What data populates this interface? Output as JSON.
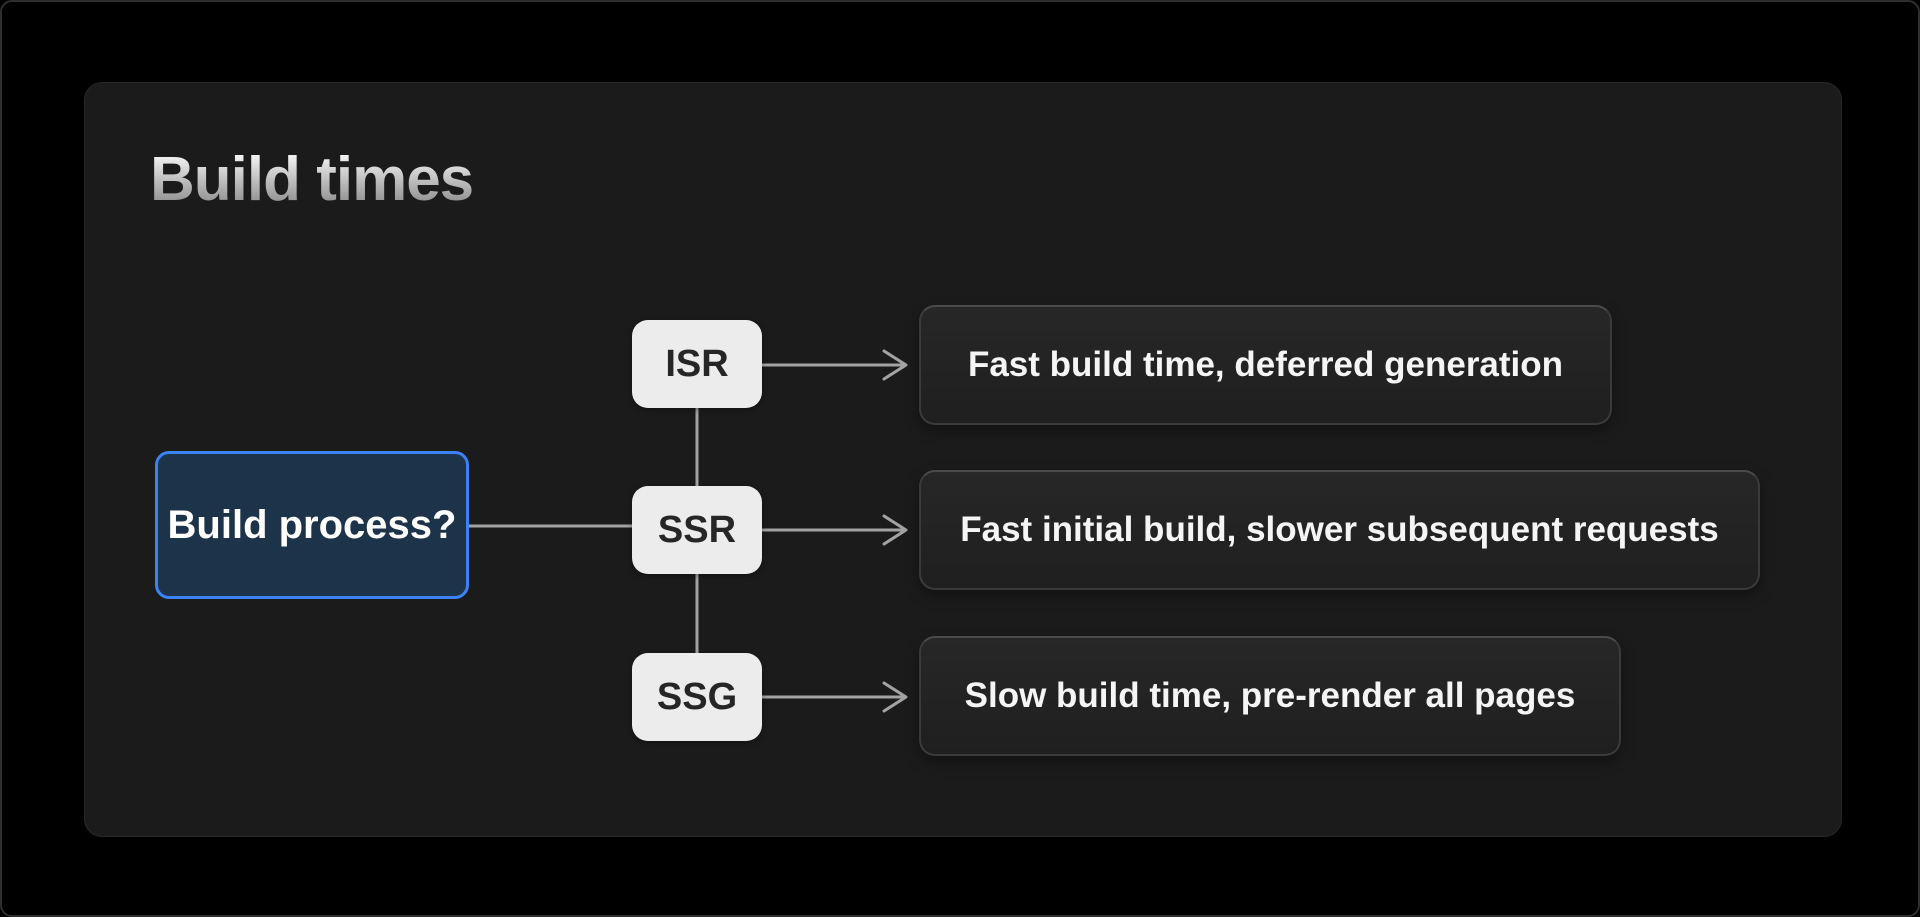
{
  "slide": {
    "title": "Build times"
  },
  "flowchart": {
    "decision": {
      "label": "Build process?"
    },
    "options": [
      {
        "label": "ISR",
        "result": "Fast build time, deferred generation"
      },
      {
        "label": "SSR",
        "result": "Fast initial build, slower subsequent requests"
      },
      {
        "label": "SSG",
        "result": "Slow build time, pre-render all pages"
      }
    ],
    "colors": {
      "canvas": "#000000",
      "panel": "#1b1b1b",
      "decision_fill": "#1d3349",
      "decision_border": "#3b82f6",
      "option_fill": "#ececec",
      "result_fill": "#232323",
      "edge": "#a3a3a3",
      "title_gradient_top": "#fbfbfb",
      "title_gradient_bottom": "#7f7f7f"
    }
  }
}
